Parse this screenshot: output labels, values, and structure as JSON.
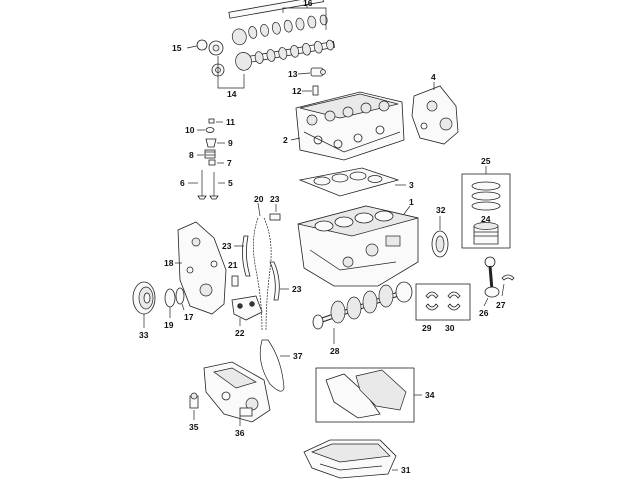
{
  "callouts": [
    "1",
    "2",
    "3",
    "4",
    "5",
    "6",
    "7",
    "8",
    "9",
    "10",
    "11",
    "12",
    "13",
    "14",
    "15",
    "16",
    "17",
    "18",
    "19",
    "20",
    "21",
    "22",
    "23",
    "23",
    "23",
    "24",
    "25",
    "26",
    "27",
    "28",
    "29",
    "30",
    "31",
    "32",
    "33",
    "34",
    "35",
    "36",
    "37"
  ],
  "icons": {
    "camshaft": "camshaft-icon",
    "cylinder_head": "cylinder-head-icon",
    "head_gasket": "head-gasket-icon",
    "timing_cover": "timing-cover-icon",
    "engine_block": "engine-block-icon",
    "crankshaft": "crankshaft-icon",
    "piston": "piston-icon",
    "piston_rings": "piston-rings-icon",
    "connecting_rod": "connecting-rod-icon",
    "oil_pan": "oil-pan-icon",
    "oil_pump": "oil-pump-icon",
    "timing_chain": "timing-chain-icon",
    "pulley": "pulley-icon",
    "valve": "valve-icon"
  }
}
